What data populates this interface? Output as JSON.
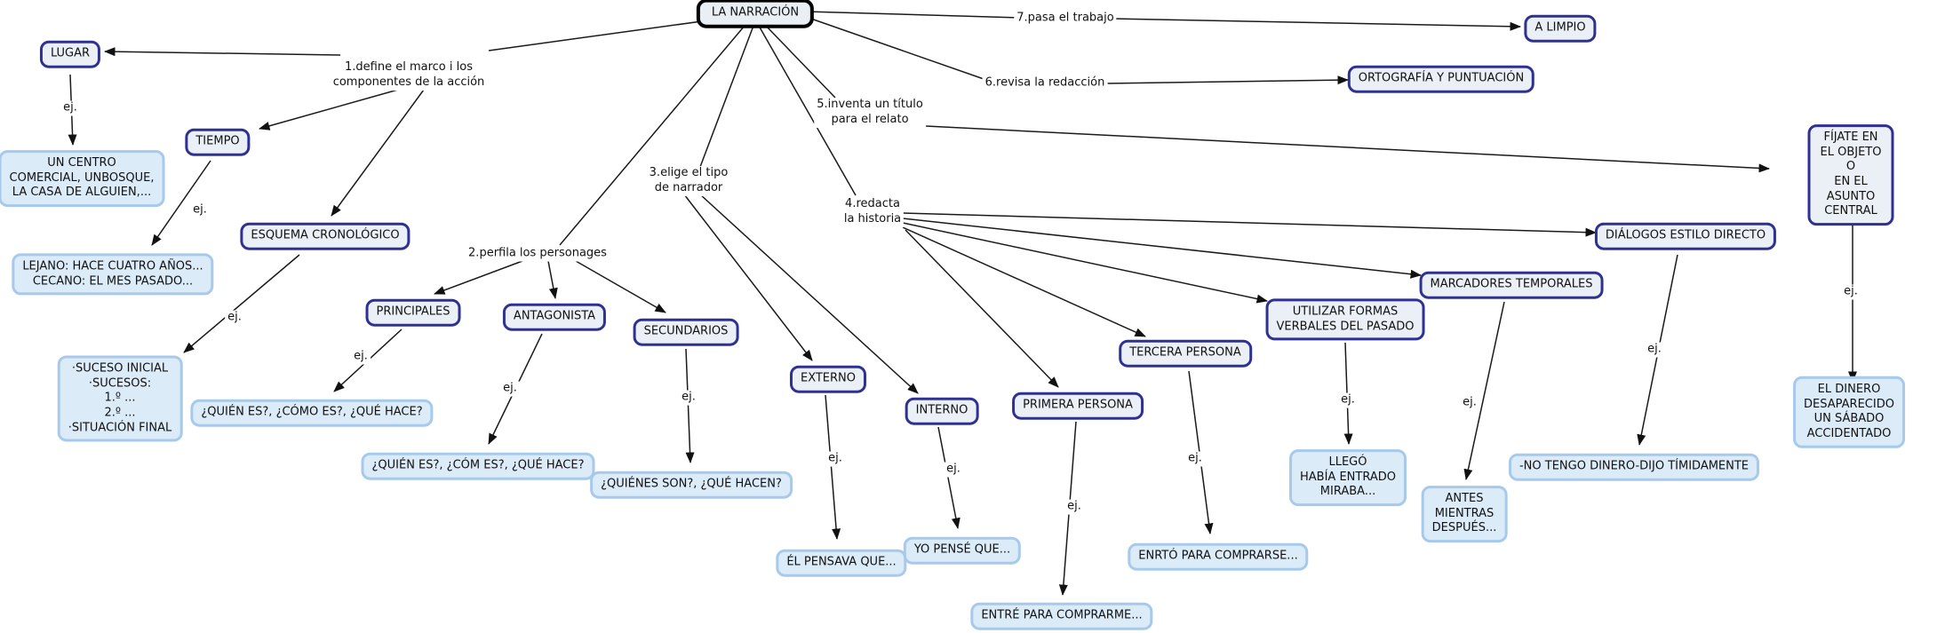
{
  "diagram_title": "LA NARRACIÓN",
  "colors": {
    "concept_border": "#2e3192",
    "concept_fill": "#eaf0f5",
    "main_border": "#000000",
    "example_border": "#a6c9ec",
    "example_fill": "#dcebf8",
    "line": "#1a1a1a"
  },
  "main_node": {
    "label": "LA NARRACIÓN"
  },
  "nodes": {
    "lugar": "LUGAR",
    "tiempo": "TIEMPO",
    "esquema": "ESQUEMA CRONOLÓGICO",
    "principales": "PRINCIPALES",
    "antagonista": "ANTAGONISTA",
    "secundarios": "SECUNDARIOS",
    "externo": "EXTERNO",
    "interno": "INTERNO",
    "primera": "PRIMERA PERSONA",
    "tercera": "TERCERA PERSONA",
    "utilizar": "UTILIZAR FORMAS\nVERBALES DEL PASADO",
    "marcadores": "MARCADORES TEMPORALES",
    "dialogos": "DIÁLOGOS ESTILO DIRECTO",
    "ortografia": "ORTOGRAFÍA Y PUNTUACIÓN",
    "alimpio": "A LIMPIO",
    "fijate": "FÍJATE EN EL OBJETO O\nEN EL ASUNTO CENTRAL"
  },
  "examples": {
    "lugar_ej": "UN CENTRO\nCOMERCIAL, UNBOSQUE,\nLA CASA DE ALGUIEN,...",
    "tiempo_ej": "LEJANO: HACE CUATRO AÑOS...\nCECANO: EL MES PASADO...",
    "esquema_ej": "·SUCESO INICIAL\n·SUCESOS:\n1.º ...\n2.º ...\n·SITUACIÓN FINAL",
    "principales_ej": "¿QUIÉN ES?, ¿CÓMO ES?, ¿QUÉ HACE?",
    "antagonista_ej": "¿QUIÉN ES?, ¿CÓM ES?, ¿QUÉ HACE?",
    "secundarios_ej": "¿QUIÉNES SON?, ¿QUÉ HACEN?",
    "externo_ej": "ÉL PENSAVA QUE...",
    "interno_ej": "YO PENSÉ QUE...",
    "primera_ej": "ENTRÉ PARA COMPRARME...",
    "tercera_ej": "ENRTÓ PARA COMPRARSE...",
    "utilizar_ej": "LLEGÓ\nHABÍA ENTRADO\nMIRABA...",
    "marcadores_ej": "ANTES\nMIENTRAS\nDESPUÉS...",
    "dialogos_ej": "-NO TENGO DINERO-DIJO TÍMIDAMENTE",
    "fijate_ej": "EL DINERO DESAPARECIDO\nUN SÁBADO ACCIDENTADO"
  },
  "edge_labels": {
    "step1": "1.define el marco i los\ncomponentes de la acción",
    "step2": "2.perfila los personages",
    "step3": "3.elige el tipo\nde narrador",
    "step4": "4.redacta\nla historia",
    "step5": "5.inventa un título\npara el relato",
    "step6": "6.revisa la redacción",
    "step7": "7.pasa el trabajo",
    "ej": "ej."
  }
}
